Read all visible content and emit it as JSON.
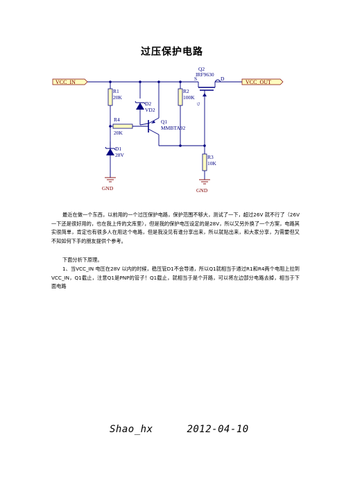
{
  "document": {
    "title": "过压保护电路",
    "paragraphs": [
      "最近在做一个东西，以前用的一个过压保护电路，保护范围不够大，测试了一下，超过26V 就不行了（26V 一下还是很好用的，也在我上传的文库里），但是我的保护电压设定的是28V，所以又另外换了一个方案，电路其实很简单，肯定也有很多人在用这个电路，但是我没见有谁分享出来，所以就贴出来，和大家分享，为需要但又不知如何下手的朋友提供个参考。",
      "下面分析下原理。",
      "1、当VCC_IN 电压在28V 以内的时候，稳压管D1不会导通，所以Q1就相当于通过R1和R4两个电阻上拉到VCC_IN，Q1截止，注意Q1是PNP的管子！Q1截止，就相当于是个开路，可以将左边部分电路去掉，相当于下面电路"
    ],
    "author": "Shao_hx",
    "date": "2012-04-10"
  },
  "schematic": {
    "q2_ref": "Q2",
    "q2_part": "IRF9630",
    "q2_s": "S",
    "q2_d": "D",
    "q2_g": "G",
    "vcc_in": "VCC_IN",
    "vcc_out": "VCC_OUT",
    "r1_ref": "R1",
    "r1_val": "20K",
    "d2_ref": "D2",
    "d2_part": "VD2",
    "r2_ref": "R2",
    "r2_val": "100K",
    "r4_ref": "R4",
    "r4_val": "20K",
    "q1_ref": "Q1",
    "q1_part": "MMBTA92",
    "d1_ref": "D1",
    "d1_val": "28V",
    "r3_ref": "R3",
    "r3_val": "10K",
    "gnd_left": "GND",
    "gnd_right": "GND"
  },
  "colors": {
    "wire": "#000080",
    "label": "#800000",
    "port_fill": "#fffcbf",
    "resistor_fill": "#fffcbf"
  }
}
